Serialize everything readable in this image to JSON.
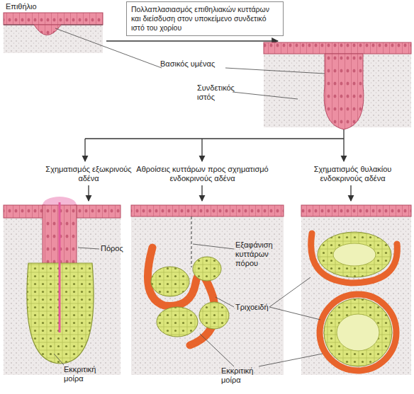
{
  "diagram": {
    "nodes": [
      {
        "text": [
          "Πολλαπλασιασμός επιθηλιακών κυττάρων και διείσδυση στον υποκείμενο συνδετικό ιστό του χορίου"
        ]
      }
    ],
    "labels": [
      "Επιθήλιο",
      "Βασικός υμένας",
      "Συνδετικός ιστός",
      "Σχηματισμός εξωκρινούς αδένα",
      "Αθροίσεις κυττάρων προς σχηματισμό ενδοκρινούς αδένα",
      "Σχηματισμός θυλακίου ενδοκρινούς αδένα",
      "Πόρος",
      "Εξαφάνιση κυττάρων πόρου",
      "Τριχοειδή",
      "Εκκριτική μοίρα",
      "Εκκριτική μοίρα"
    ]
  }
}
